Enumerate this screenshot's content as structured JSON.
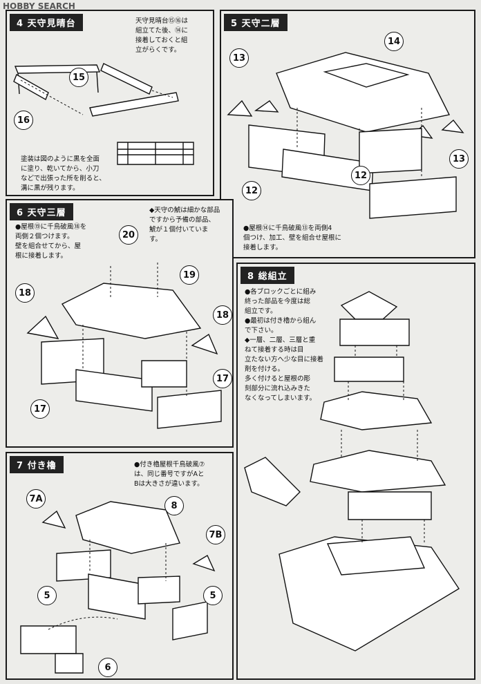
{
  "watermark": "HOBBY SEARCH",
  "panels": {
    "p4": {
      "title": "4 天守見晴台",
      "note_top": [
        "天守見晴台⑮⑯は",
        "組立てた後、⑭に",
        "接着しておくと組",
        "立がらくです。"
      ],
      "note_bottom": [
        "塗装は図のように黒を全面",
        "に塗り、乾いてから、小刀",
        "などで出張った所を削ると、",
        "溝に黒が残ります。"
      ],
      "callouts": [
        "15",
        "16"
      ]
    },
    "p5": {
      "title": "5 天守二層",
      "note": [
        "●屋根⑭に千鳥破風⑬を両側4",
        "個つけ、加工、壁を組合せ屋根に",
        "接着します。"
      ],
      "callouts": [
        "14",
        "13",
        "13",
        "12",
        "12"
      ]
    },
    "p6": {
      "title": "6 天守三層",
      "note_left": [
        "●屋根⑲に千鳥破風⑱を",
        "両側２個つけます。",
        "壁を組合せてから、屋",
        "根に接着します。"
      ],
      "note_right": [
        "◆天守の鯱は細かな部品",
        "ですから予備の部品、",
        "鯱が１個付いていま",
        "す。"
      ],
      "callouts": [
        "20",
        "19",
        "18",
        "18",
        "17",
        "17"
      ]
    },
    "p7": {
      "title": "7 付き櫓",
      "note": [
        "●付き櫓屋根千鳥破風⑦",
        "は、同じ番号ですがAと",
        "Bは大きさが違います。"
      ],
      "callouts": [
        "7A",
        "8",
        "7B",
        "5",
        "5",
        "6"
      ]
    },
    "p8": {
      "title": "8 総組立",
      "note": [
        "●各ブロックごとに組み",
        "終った部品を今度は総",
        "組立です。",
        "●最初は付き櫓から組ん",
        "で下さい。",
        "◆一層、二層、三層と重",
        "ねて接着する時は目",
        "立たない方へ少な目に接着",
        "剤を付ける。",
        "多く付けると屋根の彫",
        "刻部分に流れ込みきた",
        "なくなってしまいます。"
      ]
    }
  }
}
